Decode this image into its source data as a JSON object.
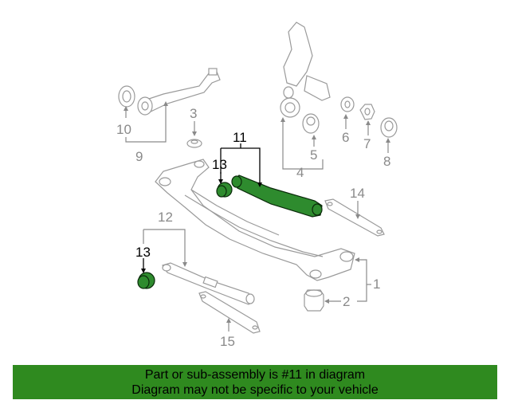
{
  "colors": {
    "highlight_part": "#2e8b2e",
    "banner_background": "#2f8a1f",
    "callout_gray": "#8a8a8a",
    "callout_highlight": "#000000"
  },
  "callouts": {
    "c1": "1",
    "c2": "2",
    "c3": "3",
    "c4": "4",
    "c5": "5",
    "c6": "6",
    "c7": "7",
    "c8": "8",
    "c9": "9",
    "c10": "10",
    "c11": "11",
    "c12": "12",
    "c13a": "13",
    "c13b": "13",
    "c14": "14",
    "c15": "15"
  },
  "highlighted_parts": [
    "11",
    "13"
  ],
  "banner": {
    "line1": "Part or sub-assembly is #11 in diagram",
    "line2": "Diagram may not be specific to your vehicle"
  }
}
